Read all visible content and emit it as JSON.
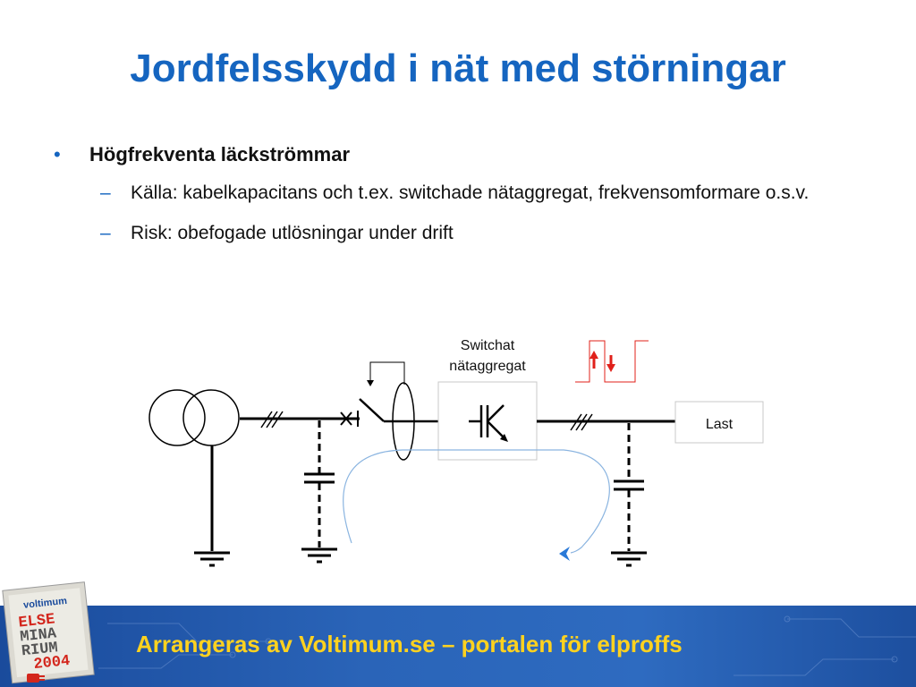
{
  "slide": {
    "title": "Jordfelsskydd i nät med störningar",
    "bullet": "Högfrekventa läckströmmar",
    "bullet_marker": "•",
    "sub_marker": "–",
    "sub_items": [
      "Källa: kabelkapacitans och t.ex. switchade nätaggregat, frekvensomformare o.s.v.",
      "Risk: obefogade utlösningar under drift"
    ]
  },
  "diagram": {
    "switch_label_line1": "Switchat",
    "switch_label_line2": "nätaggregat",
    "load_label": "Last",
    "colors": {
      "line": "#000000",
      "leak_path": "#8ab4e0",
      "arrow": "#2a7ad8",
      "signal": "#e0201a"
    }
  },
  "footer": {
    "text": "Arrangeras av Voltimum.se – portalen för elproffs",
    "logo": {
      "brand": "voltimum",
      "lines": [
        "ELSE",
        "MINA",
        "RIUM",
        "2004"
      ]
    }
  }
}
